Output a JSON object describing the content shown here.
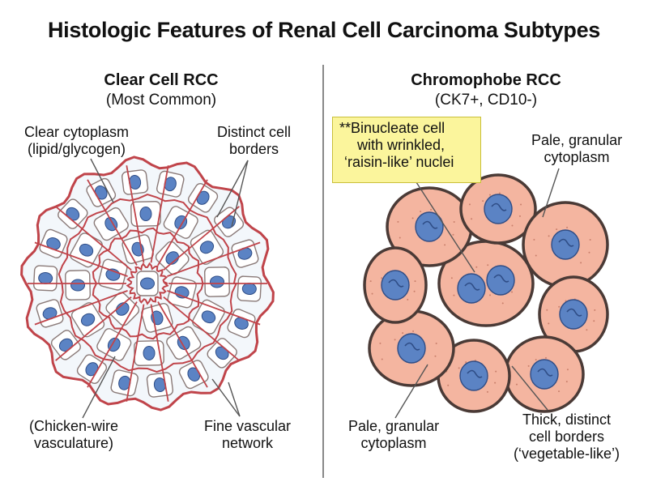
{
  "title": "Histologic Features of Renal Cell Carcinoma Subtypes",
  "left": {
    "heading": "Clear Cell RCC",
    "subheading": "(Most Common)",
    "labels": {
      "cytoplasm_1": "Clear cytoplasm",
      "cytoplasm_2": "(lipid/glycogen)",
      "borders_1": "Distinct cell",
      "borders_2": "borders",
      "chicken_1": "(Chicken-wire",
      "chicken_2": "vasculature)",
      "vascular_1": "Fine vascular",
      "vascular_2": "network"
    }
  },
  "right": {
    "heading": "Chromophobe RCC",
    "subheading": "(CK7+, CD10-)",
    "labels": {
      "callout_1": "**Binucleate cell",
      "callout_2": "with wrinkled,",
      "callout_3": "‘raisin-like’ nuclei",
      "pale_top_1": "Pale, granular",
      "pale_top_2": "cytoplasm",
      "pale_bottom_1": "Pale, granular",
      "pale_bottom_2": "cytoplasm",
      "thick_1": "Thick, distinct",
      "thick_2": "cell borders",
      "thick_3": "(‘vegetable-like’)"
    }
  },
  "colors": {
    "vessel_red": "#c0444a",
    "nucleus_blue": "#5b83c4",
    "nucleus_dark": "#2f4d86",
    "chromophobe_fill": "#f4b5a0",
    "chromophobe_border": "#4a3a36",
    "callout_yellow": "#fbf59c"
  }
}
